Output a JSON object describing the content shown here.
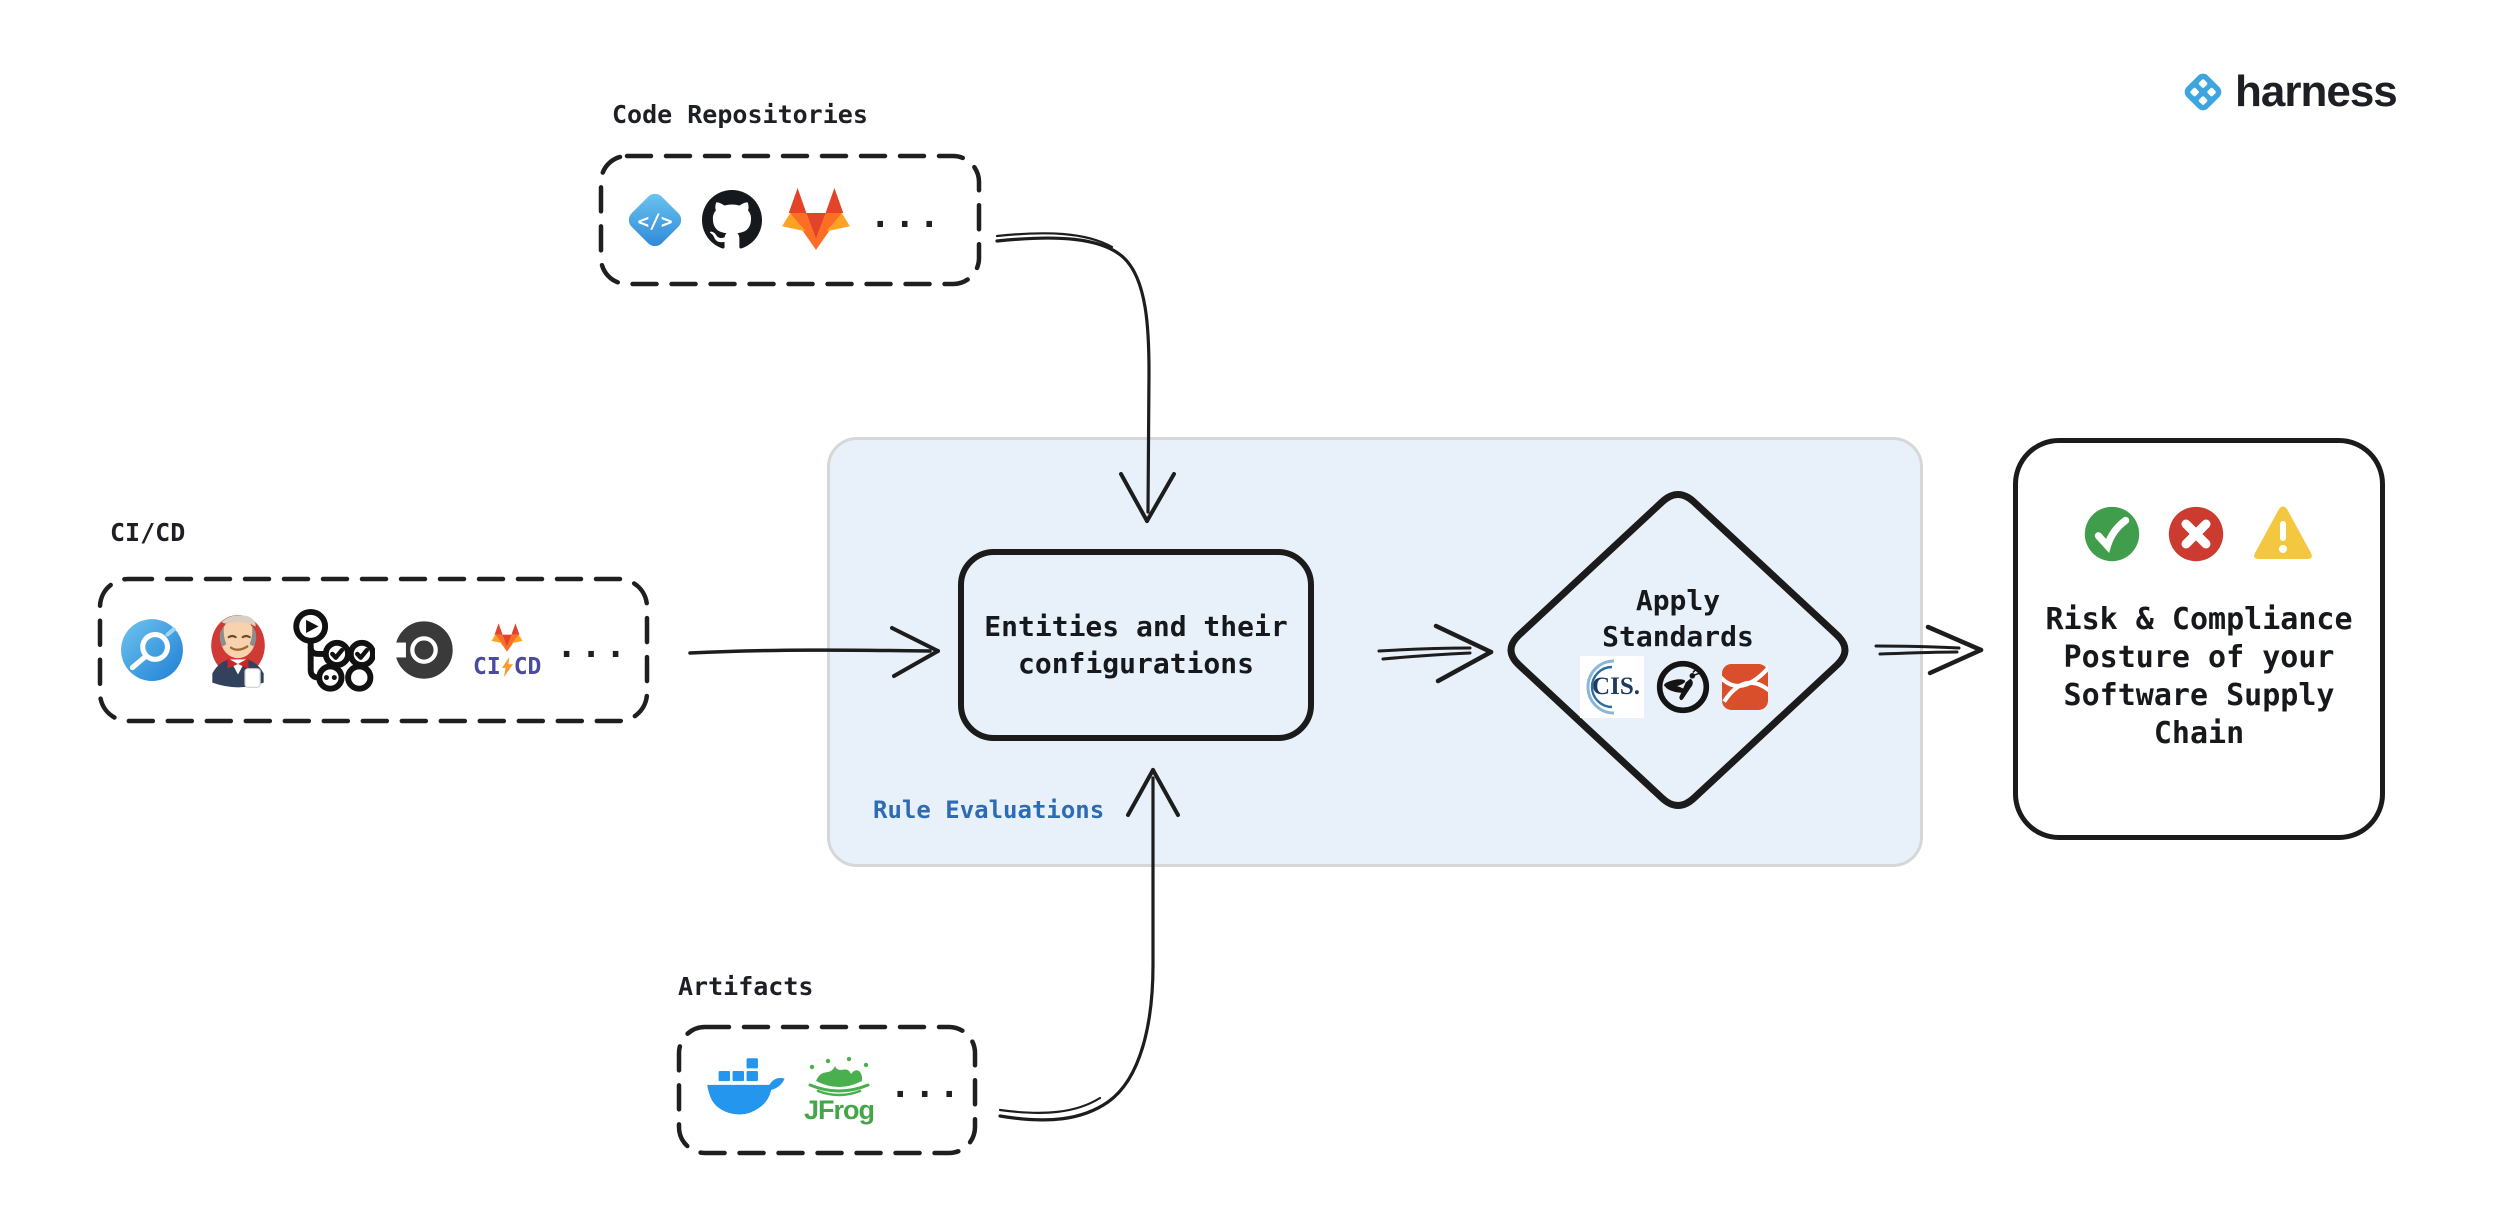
{
  "brand": {
    "wordmark": "harness",
    "logo_icon": "harness-diamond-icon",
    "logo_color": "#3da6e0",
    "text_color": "#1c1f24"
  },
  "groups": {
    "code_repositories": {
      "label": "Code Repositories",
      "icons": [
        "harness-code-icon",
        "github-icon",
        "gitlab-icon"
      ],
      "more": "..."
    },
    "cicd": {
      "label": "CI/CD",
      "icons": [
        "harness-ci-icon",
        "jenkins-icon",
        "github-actions-icon",
        "circleci-icon",
        "gitlab-cicd-icon"
      ],
      "gitlab_ci": "CI",
      "gitlab_cd": "CD",
      "more": "..."
    },
    "artifacts": {
      "label": "Artifacts",
      "icons": [
        "docker-icon",
        "jfrog-icon"
      ],
      "jfrog_label": "JFrog",
      "more": "..."
    }
  },
  "rule_evaluations": {
    "label": "Rule Evaluations",
    "label_color": "#2d6cb5",
    "container_bg": "#e8f1fa",
    "entities_text": "Entities and their\nconfigurations",
    "apply_standards_text": "Apply\nStandards",
    "standards_icons": [
      "cis-logo",
      "owasp-icon",
      "ribbon-standard-icon"
    ],
    "cis_label": "CIS."
  },
  "outcome": {
    "status_icons": [
      "check-circle-icon",
      "cross-circle-icon",
      "warning-triangle-icon"
    ],
    "status_colors": {
      "check": "#3f9d4c",
      "cross": "#cc3b30",
      "warning": "#f3c73f"
    },
    "text": "Risk & Compliance\nPosture of your\nSoftware Supply\nChain"
  },
  "arrows": [
    "cicd-to-entities",
    "code-repositories-to-entities",
    "artifacts-to-entities",
    "entities-to-apply-standards",
    "apply-standards-to-outcome"
  ]
}
